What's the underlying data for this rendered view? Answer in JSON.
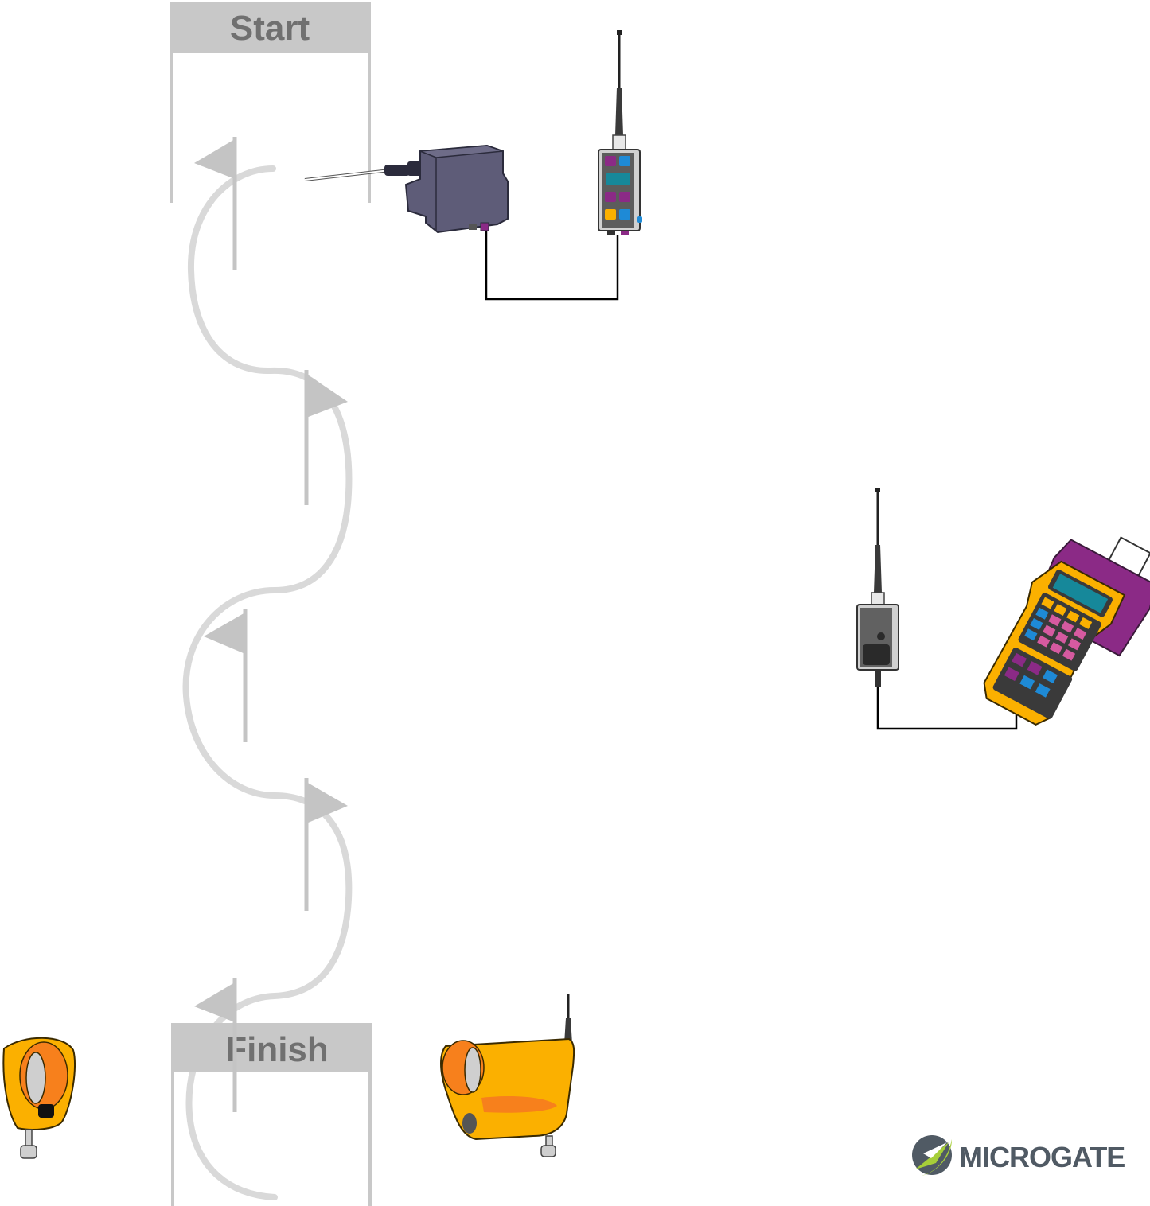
{
  "gates": {
    "start_label": "Start",
    "finish_label": "Finish"
  },
  "brand": {
    "name": "MICROGATE"
  },
  "colors": {
    "gate": "#c8c8c8",
    "course": "#d9d9d9",
    "flag": "#c4c4c4",
    "photocell_orange": "#fbb000",
    "photocell_dark_orange": "#f7801c",
    "adapter_body": "#5e5c78",
    "chronometer_purple": "#8b2a86",
    "chronometer_orange": "#fbb000",
    "brand_gray": "#505a64",
    "brand_green": "#a6ce39",
    "cable": "#000000"
  }
}
